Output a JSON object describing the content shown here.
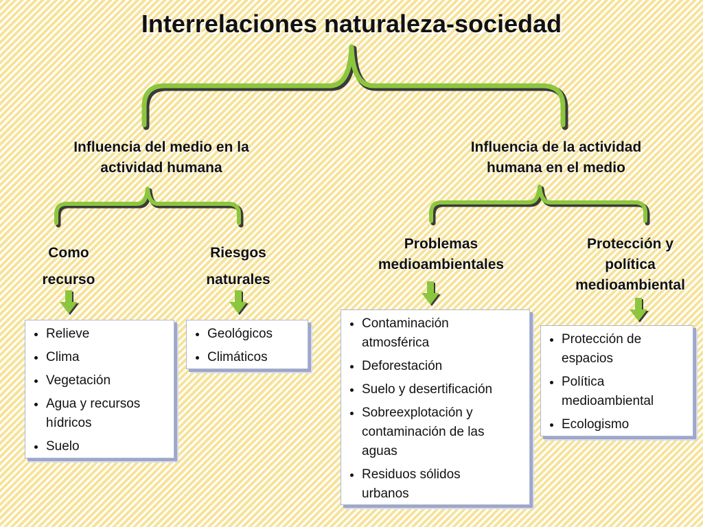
{
  "title": "Interrelaciones naturaleza-sociedad",
  "branches": {
    "left": {
      "heading_lines": [
        "Influencia del medio en la",
        "actividad humana"
      ],
      "recurso": {
        "label_lines": [
          "Como",
          "recurso"
        ],
        "items": [
          [
            "Relieve"
          ],
          [
            "Clima"
          ],
          [
            "Vegetación"
          ],
          [
            "Agua y recursos",
            "hídricos"
          ],
          [
            "Suelo"
          ]
        ]
      },
      "riesgos": {
        "label_lines": [
          "Riesgos",
          "naturales"
        ],
        "items": [
          [
            "Geológicos"
          ],
          [
            "Climáticos"
          ]
        ]
      }
    },
    "right": {
      "heading_lines": [
        "Influencia de la actividad",
        "humana en el medio"
      ],
      "problemas": {
        "label_lines": [
          "Problemas",
          "medioambientales"
        ],
        "items": [
          [
            "Contaminación",
            "atmosférica"
          ],
          [
            "Deforestación"
          ],
          [
            "Suelo y desertificación"
          ],
          [
            "Sobreexplotación y",
            "contaminación de las",
            "aguas"
          ],
          [
            "Residuos sólidos",
            "urbanos"
          ]
        ]
      },
      "proteccion": {
        "label_lines": [
          "Protección y",
          "política",
          "medioambiental"
        ],
        "items": [
          [
            "Protección de",
            "espacios"
          ],
          [
            "Política",
            "medioambiental"
          ],
          [
            "Ecologismo"
          ]
        ]
      }
    }
  },
  "colors": {
    "brace": "#8cc63f",
    "brace_shadow": "#3a3a3a",
    "arrow": "#8cc63f",
    "background_stripe_a": "#f6e39a",
    "background_stripe_b": "#ffffff",
    "box_border": "#aeb8d6"
  },
  "icons": {
    "brace": "curly-brace-icon",
    "arrow": "down-arrow-icon"
  }
}
